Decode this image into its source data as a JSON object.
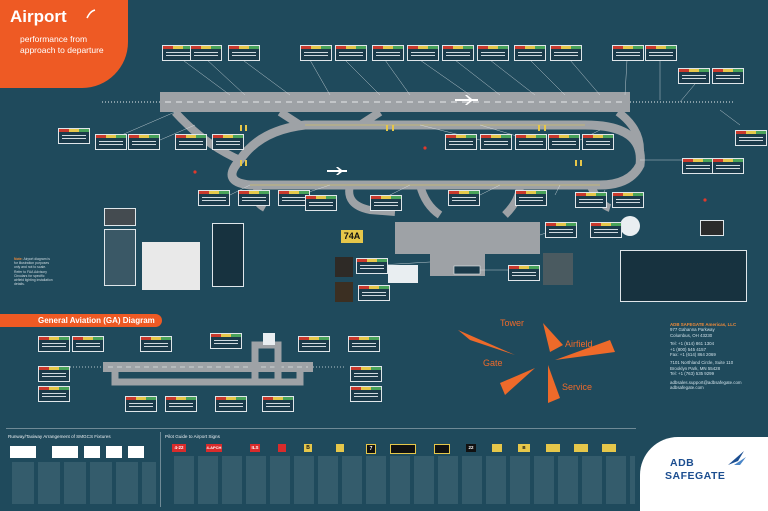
{
  "header": {
    "title": "Airport",
    "subtitle": "performance from approach to departure"
  },
  "sign_74a": "74A",
  "note": {
    "label": "Note:",
    "text": "Airport diagram is for illustration purposes only and not to scale. Refer to FAA Advisory Circulars for specific airfield lighting installation details."
  },
  "ga_section": {
    "title": "General Aviation (GA) Diagram"
  },
  "service_graphic": {
    "labels": [
      "Tower",
      "Airfield",
      "Gate",
      "Service"
    ]
  },
  "contact": {
    "company": "ADB SAFEGATE Americas, LLC",
    "address_lines": [
      "977 Gahanna Parkway",
      "Columbus, OH 43230"
    ],
    "phones": [
      "Tel: +1 (614) 861 1304",
      "+1 (800) 545 4157",
      "Fax: +1 (614) 864 2069"
    ],
    "address2_lines": [
      "7101 Northland Circle, Suite 110",
      "Brooklyn Park, MN 55428",
      "Tel: +1 (763) 535 9299"
    ],
    "web_lines": [
      "adbsales.support@adbsafegate.com",
      "adbsafegate.com"
    ]
  },
  "footer": {
    "legend_title": "Runway/Taxiway Arrangement of SMGCS Fixtures",
    "signs_title": "Pilot Guide to Airport Signs",
    "sign_codes": [
      "4-22",
      "4-APCH",
      "ILS",
      "",
      "B",
      "",
      "7",
      "",
      "",
      "22",
      "",
      "B",
      "",
      "",
      "",
      ""
    ]
  },
  "logo": {
    "line1": "ADB",
    "line2": "SAFEGATE"
  },
  "colors": {
    "background": "#1f4a5c",
    "accent_orange": "#ee5a24",
    "pavement": "#9ea2a6",
    "logo_blue": "#1c4e90"
  }
}
